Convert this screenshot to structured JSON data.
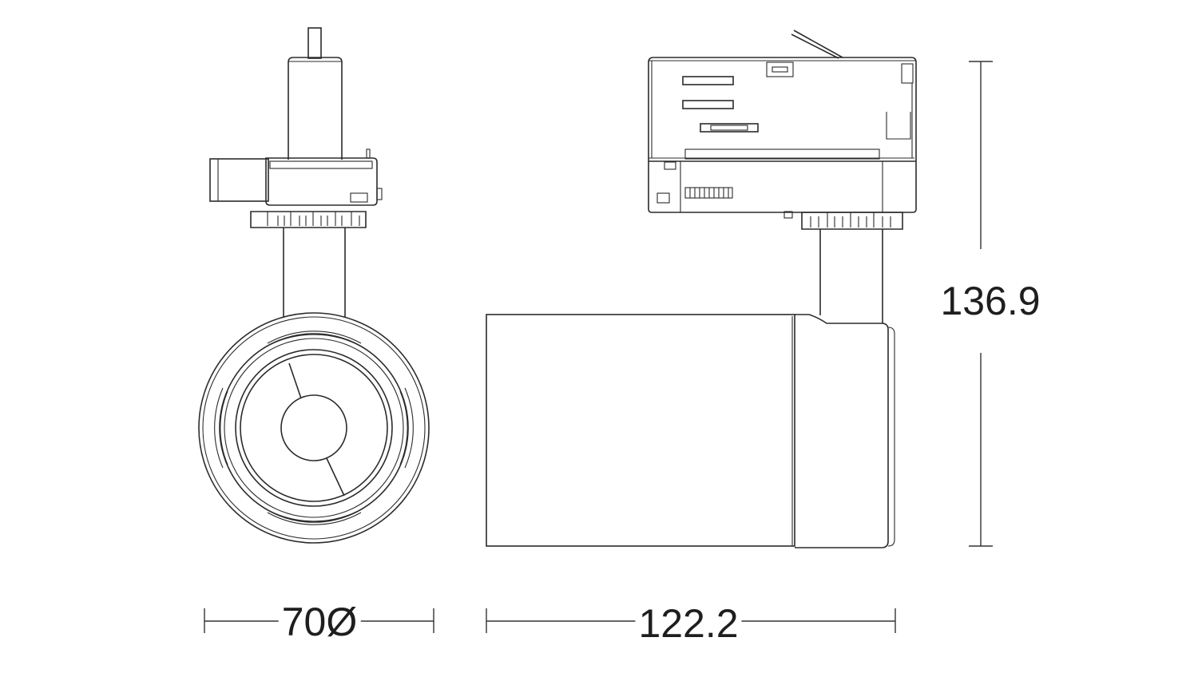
{
  "dimensions": {
    "diameter": "70Ø",
    "length": "122.2",
    "height": "136.9"
  },
  "colors": {
    "line": "#2b2b2b",
    "background": "#ffffff"
  }
}
